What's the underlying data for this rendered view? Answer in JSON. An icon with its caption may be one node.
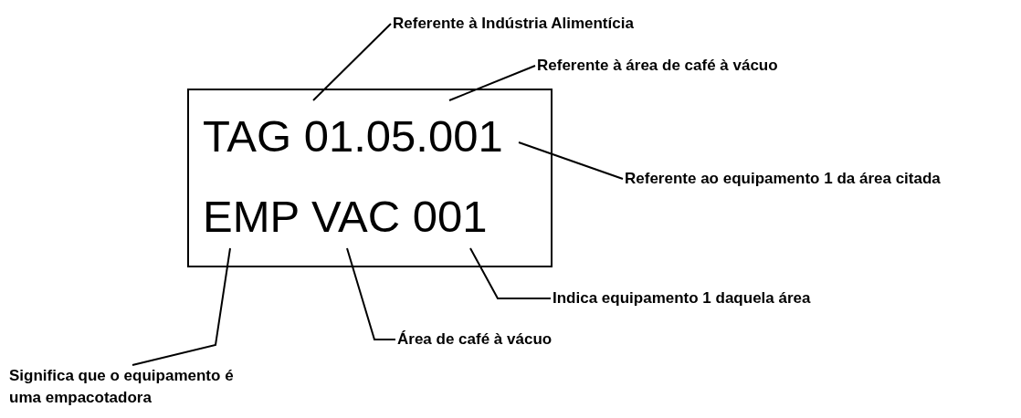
{
  "diagram": {
    "nodes": [
      {
        "text": [
          "TAG 01.05.001",
          "EMP VAC 001"
        ]
      },
      {
        "text": [
          "Referente à Indústria Alimentícia"
        ]
      },
      {
        "text": [
          "Referente à área de café à vácuo"
        ]
      },
      {
        "text": [
          "Referente ao equipamento 1 da área citada"
        ]
      },
      {
        "text": [
          "Indica equipamento 1 daquela área"
        ]
      },
      {
        "text": [
          "Área de café à vácuo"
        ]
      },
      {
        "text": [
          "Significa que o equipamento é uma empacotadora"
        ]
      }
    ],
    "edges": [
      {
        "from": 1,
        "to": 0,
        "arrow": "none"
      },
      {
        "from": 2,
        "to": 0,
        "arrow": "none"
      },
      {
        "from": 3,
        "to": 0,
        "arrow": "none"
      },
      {
        "from": 4,
        "to": 0,
        "arrow": "none"
      },
      {
        "from": 5,
        "to": 0,
        "arrow": "none"
      },
      {
        "from": 6,
        "to": 0,
        "arrow": "none"
      }
    ]
  }
}
